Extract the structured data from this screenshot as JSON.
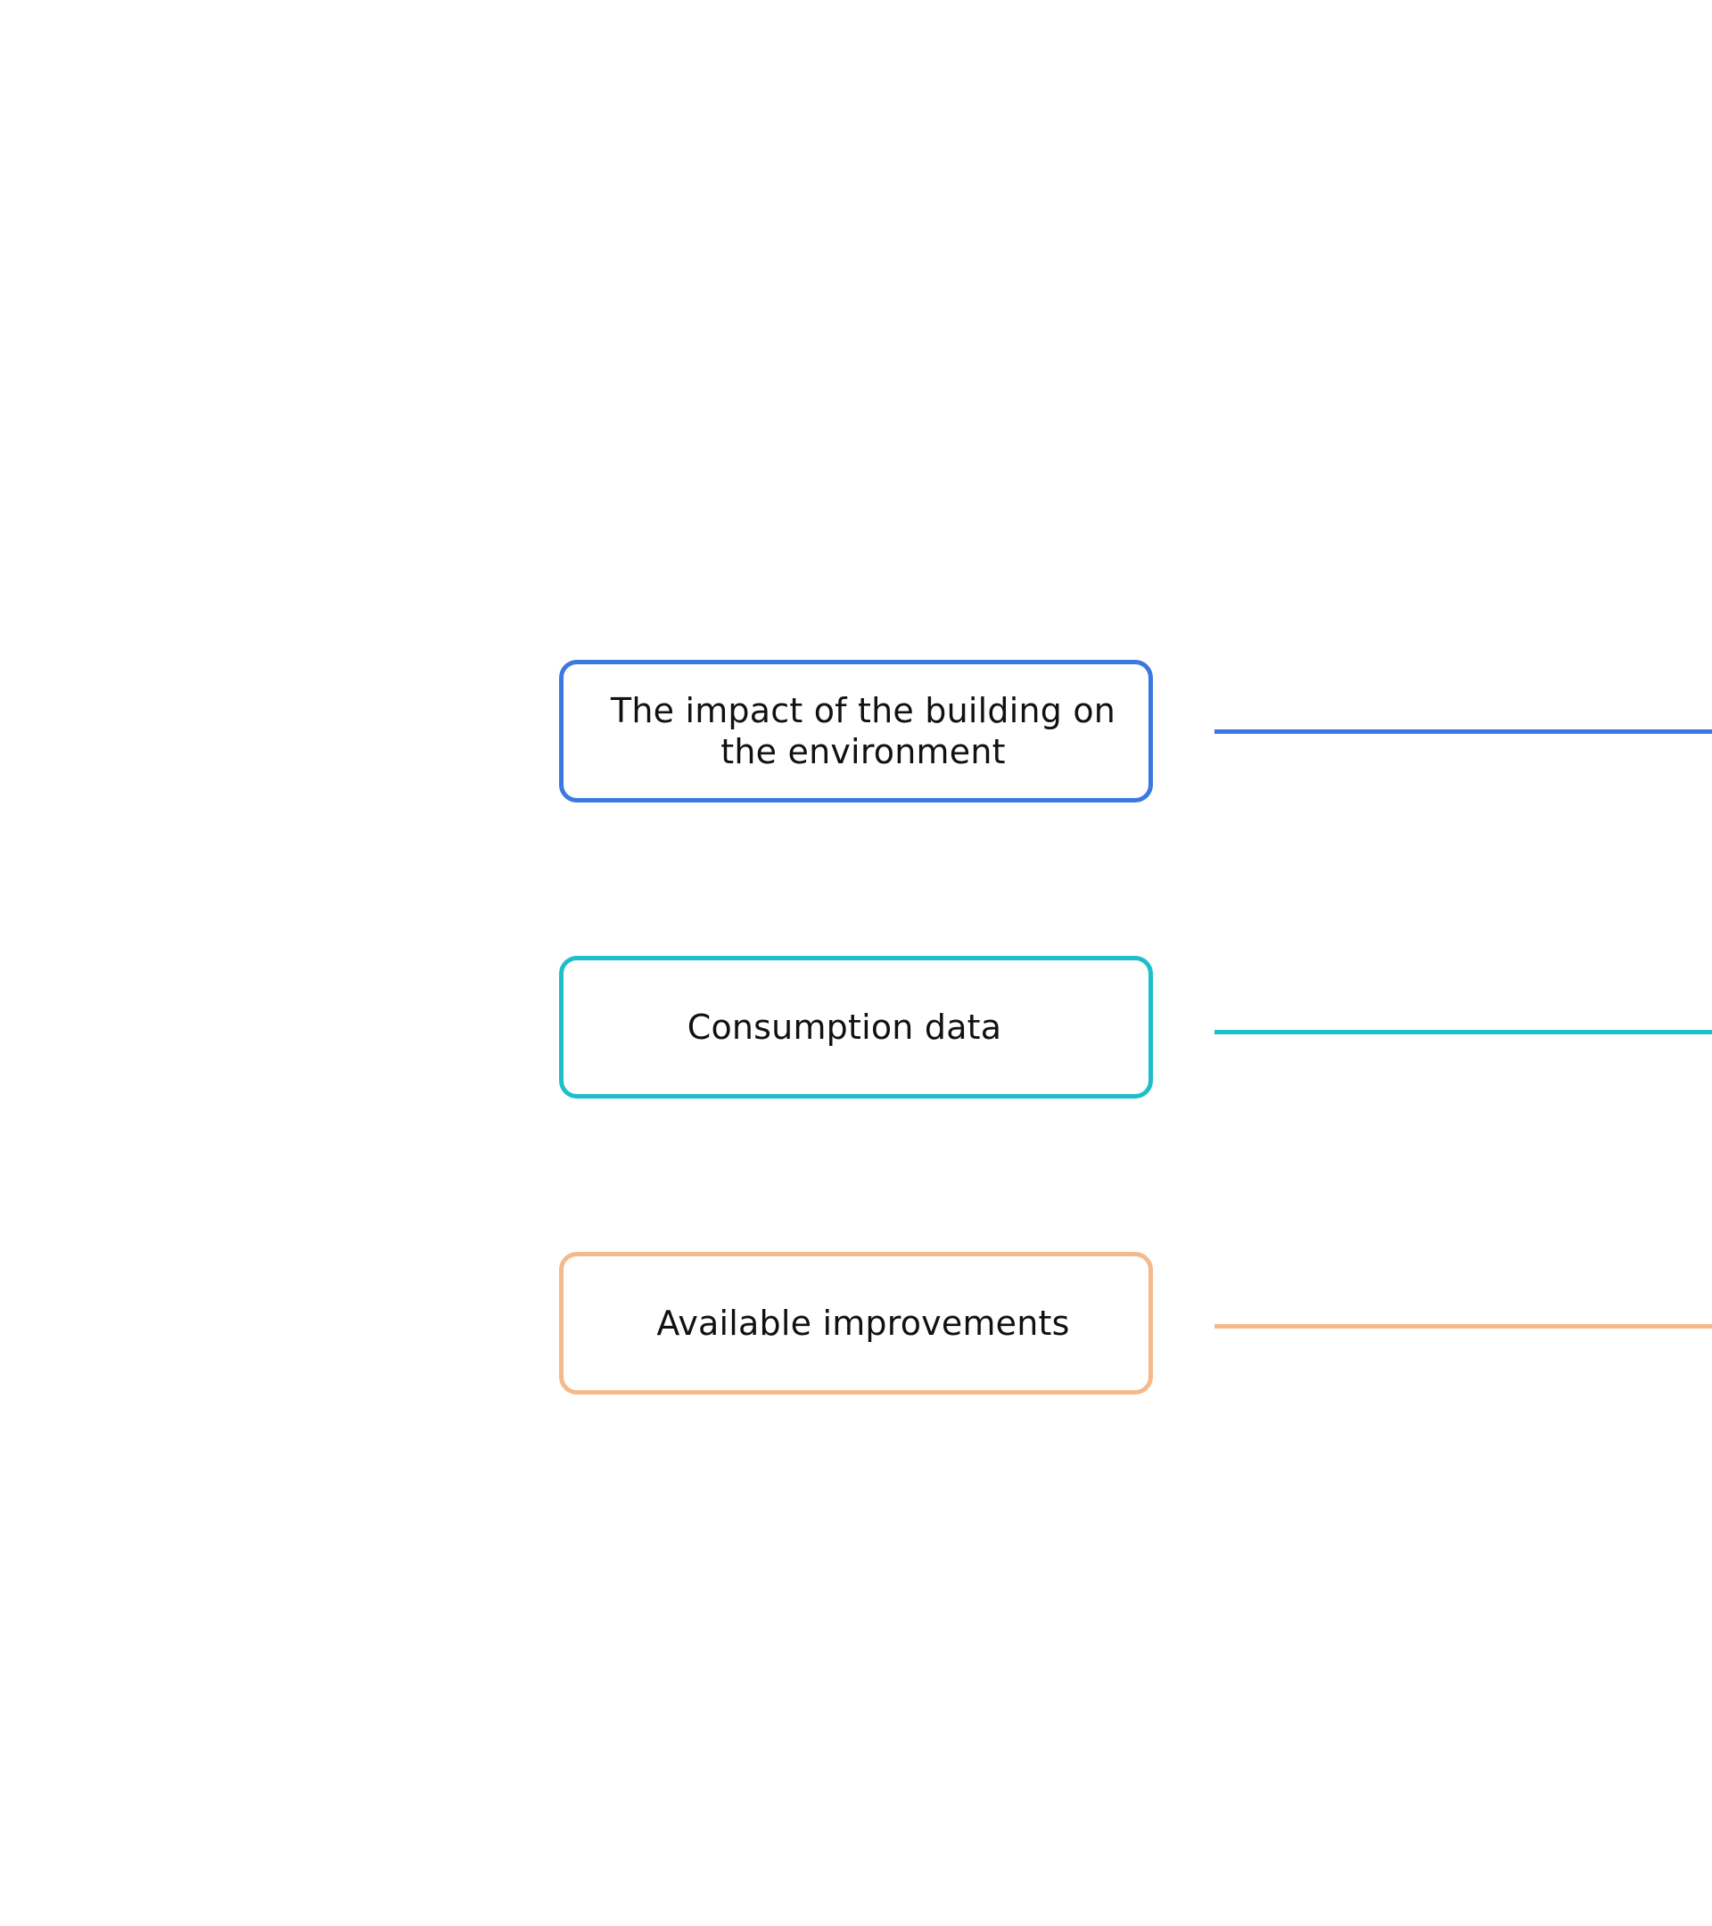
{
  "diagram": {
    "nodes": [
      {
        "label": "The impact of the building on the environment",
        "color": "#3b78e0"
      },
      {
        "label": "Consumption data",
        "color": "#1ebfca"
      },
      {
        "label": "Available improvements",
        "color": "#f5b98a"
      }
    ]
  }
}
